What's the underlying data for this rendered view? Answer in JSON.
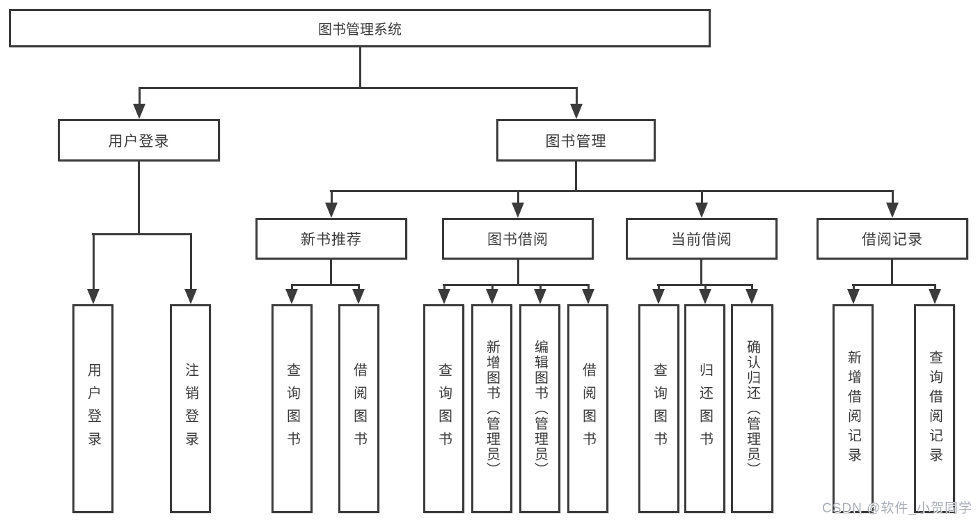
{
  "diagram": {
    "root": {
      "label": "图书管理系统"
    },
    "level2": [
      {
        "label": "用户登录"
      },
      {
        "label": "图书管理"
      }
    ],
    "level3": [
      {
        "label": "新书推荐"
      },
      {
        "label": "图书借阅"
      },
      {
        "label": "当前借阅"
      },
      {
        "label": "借阅记录"
      }
    ],
    "leaves": {
      "user_login": [
        "用户登录",
        "注销登录"
      ],
      "new_book": [
        "查询图书",
        "借阅图书"
      ],
      "book_borrow": [
        "查询图书",
        "新增图书（管理员）",
        "编辑图书（管理员）",
        "借阅图书"
      ],
      "current_borrow": [
        "查询图书",
        "归还图书",
        "确认归还（管理员）"
      ],
      "borrow_record": [
        "新增借阅记录",
        "查询借阅记录"
      ]
    }
  },
  "watermark": {
    "text": "CSDN @软件_小贺同学"
  },
  "colors": {
    "line": "#3b3b3b",
    "text": "#3a3a3a",
    "watermark": "#a9aeb6",
    "background": "#ffffff"
  }
}
